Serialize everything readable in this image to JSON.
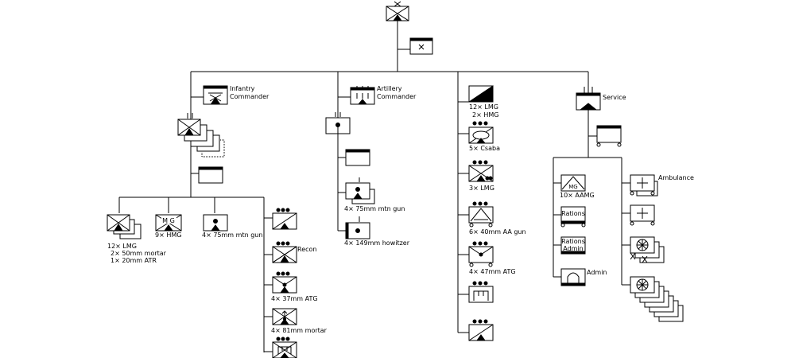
{
  "hq": {
    "inf_cmd_name": "Infantry",
    "inf_cmd_sub": "Commander",
    "art_cmd_name": "Artillery",
    "art_cmd_sub": "Commander",
    "service": "Service"
  },
  "infantry": {
    "rifle": [
      "12× LMG",
      "2× 50mm mortar",
      "1× 20mm ATR"
    ],
    "mg": "9× HMG",
    "mg_symbol": "M G",
    "gun": "4× 75mm mtn gun",
    "recon": "Recon",
    "atg": "4× 37mm ATG",
    "mortar": "4× 81mm mortar"
  },
  "artillery": {
    "mtn_gun": "4× 75mm mtn gun",
    "howitzer": "4× 149mm howitzer"
  },
  "center": {
    "armor": [
      "12× LMG",
      "2× HMG"
    ],
    "csaba": "5× Csaba",
    "lmg": "3× LMG",
    "aa": "6× 40mm AA gun",
    "atg": "4× 47mm ATG"
  },
  "service": {
    "aamg": "10× AAMG",
    "aamg_symbol": "MG",
    "rations": "Rations",
    "rations_admin": [
      "Rations",
      "Admin"
    ],
    "admin": "Admin",
    "ambulance": "Ambulance"
  }
}
